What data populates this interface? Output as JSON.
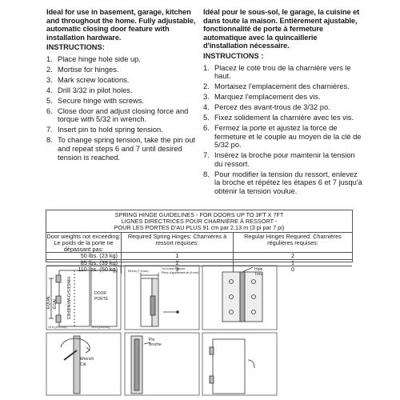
{
  "english": {
    "intro": "Ideal for use in basement, garage, kitchen and throughout the home. Fully adjustable, automatic closing door feature with installation hardware.",
    "heading": "INSTRUCTIONS:",
    "steps": [
      {
        "num": "1.",
        "text": "Place hinge hole side up."
      },
      {
        "num": "2.",
        "text": "Mortise for hinges."
      },
      {
        "num": "3.",
        "text": "Mark screw locations."
      },
      {
        "num": "4.",
        "text": "Drill 3/32 in pilot holes."
      },
      {
        "num": "5.",
        "text": "Secure hinge with screws."
      },
      {
        "num": "6.",
        "text": "Close door and adjust closing force and torque with 5/32 in wrench."
      },
      {
        "num": "7.",
        "text": "Insert pin to hold spring tension."
      },
      {
        "num": "8.",
        "text": "To change spring tension, take the pin out and repeat steps 6 and 7 until desired tension is reached."
      }
    ]
  },
  "french": {
    "intro": "Idéal pour le sous-sol, le garage, la cuisine et dans toute la maison. Entièrement ajustable, fonctionnalité de porte à fermeture automatique avec la quincaillerie d'installation nécessaire.",
    "heading": "INSTRUCTIONS :",
    "steps": [
      {
        "num": "1.",
        "text": "Placez le coté trou de la charnière vers le haut."
      },
      {
        "num": "2.",
        "text": "Mortaisez l'emplacement des charnières."
      },
      {
        "num": "3.",
        "text": "Marquez l'emplacement des vis."
      },
      {
        "num": "4.",
        "text": "Percez des avant-trous de 3/32 po."
      },
      {
        "num": "5.",
        "text": "Fixez solidement  la charnière avec les vis."
      },
      {
        "num": "6.",
        "text": "Fermez la porte et ajustez la force de fermeture et le couple au moyen de la clé de 5/32 po."
      },
      {
        "num": "7.",
        "text": "Insérez la broche pour maintenir la tension du ressort."
      },
      {
        "num": "8.",
        "text": "Pour modifier la tension du ressort, enlevez la broche et répétez les étapes 6 et 7 jusqu'à obtenir la tension voulue."
      }
    ]
  },
  "table": {
    "title_en": "SPRING HINGE GUIDELINES - FOR DOORS UP TO 3FT X 7FT",
    "title_fr1": "LIGNES DIRECTRICES POUR CHARNIÈRE À RESSORT -",
    "title_fr2": "POUR LES PORTES D'AU PLUS 91 cm par 2,13 m (3 pi par 7 pi)",
    "headers": [
      "Door weights not exceeding: Le poids de la porte ne dépassant pas:",
      "Required Spring Hinges: Charnières à ressort requises:",
      "Regular Hinges Required: Charnières régulières requises:"
    ],
    "rows": [
      {
        "weight": "50 lbs. (23 kg)",
        "spring": "1",
        "regular": "2"
      },
      {
        "weight": "85 lbs. (39 kg)",
        "spring": "2",
        "regular": "1"
      },
      {
        "weight": "110 lbs. (50 kg)",
        "spring": "3",
        "regular": "0"
      }
    ]
  },
  "figures": {
    "equal": "EQUAL",
    "egal": "ÉGAL",
    "hinges_charnieres": "HINGES/CHARNIÈRES",
    "door": "DOOR",
    "porte": "PORTE",
    "dim_left": "10 in (25.4 cm)",
    "dim_right": "10 in (25.4 cm)",
    "backset_label": "1/4 in and Backset",
    "backset_fr": "Pièce d'ajustement de (6 mm)",
    "hole": "Hole",
    "trou": "Trou",
    "wrench": "Wrench",
    "cle": "Clé",
    "pin": "Pin",
    "broche": "Broche",
    "small_dim": "5/16 in (7.9 mm)"
  }
}
